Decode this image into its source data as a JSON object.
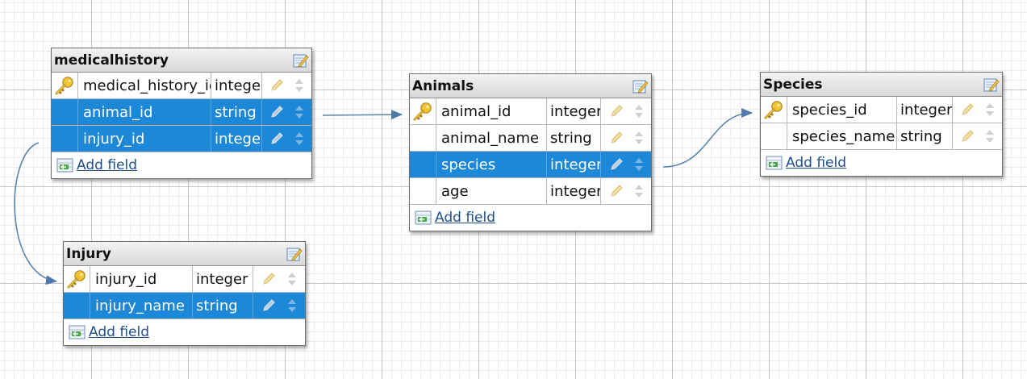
{
  "add_field_label": "Add field",
  "tables": {
    "medicalhistory": {
      "name": "medicalhistory",
      "fields": [
        {
          "name": "medical_history_id",
          "type": "integer",
          "key": true
        },
        {
          "name": "animal_id",
          "type": "string",
          "key": false
        },
        {
          "name": "injury_id",
          "type": "integer",
          "key": false
        }
      ]
    },
    "animals": {
      "name": "Animals",
      "fields": [
        {
          "name": "animal_id",
          "type": "integer",
          "key": true
        },
        {
          "name": "animal_name",
          "type": "string",
          "key": false
        },
        {
          "name": "species",
          "type": "integer",
          "key": false
        },
        {
          "name": "age",
          "type": "integer",
          "key": false
        }
      ]
    },
    "species": {
      "name": "Species",
      "fields": [
        {
          "name": "species_id",
          "type": "integer",
          "key": true
        },
        {
          "name": "species_name",
          "type": "string",
          "key": false
        }
      ]
    },
    "injury": {
      "name": "Injury",
      "fields": [
        {
          "name": "injury_id",
          "type": "integer",
          "key": true
        },
        {
          "name": "injury_name",
          "type": "string",
          "key": false
        }
      ]
    }
  },
  "colors": {
    "selected_row": "#1d87d8",
    "link": "#1f4f8c",
    "connector": "#5c84b0"
  }
}
